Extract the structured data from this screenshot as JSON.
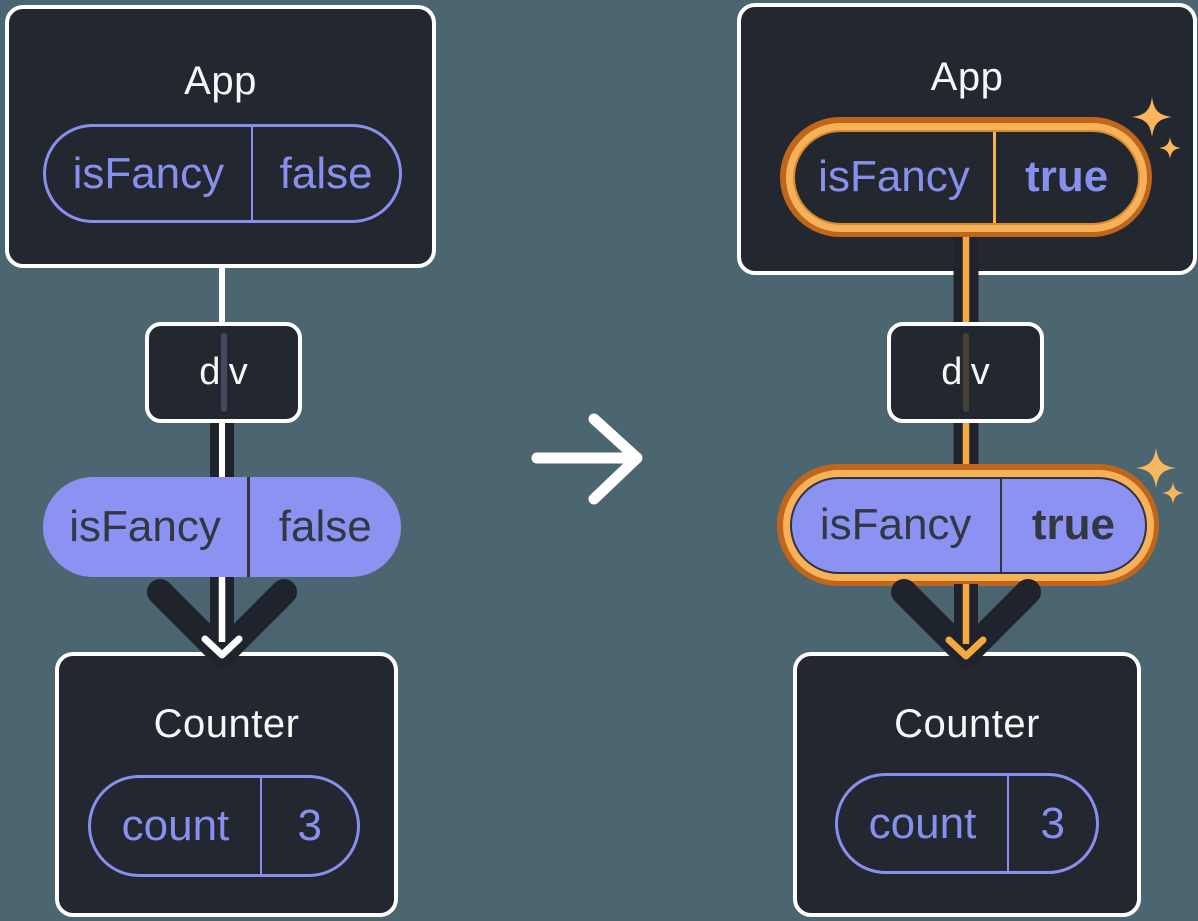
{
  "colors": {
    "background": "#4c6671",
    "card_background": "#23272f",
    "card_border": "#ffffff",
    "purple": "#8790ef",
    "purple_fill": "#8b92f2",
    "dark_text": "#333741",
    "dark_arrow": "#1f232b",
    "orange_ring_dark": "#c0661c",
    "orange_ring_light": "#f7b158",
    "orange_arrow": "#f3a93f",
    "sparkle": "#f8b75e"
  },
  "before": {
    "app": {
      "title": "App",
      "state_pill": {
        "name": "isFancy",
        "value": "false"
      }
    },
    "div_node": {
      "label": "div"
    },
    "prop_pill": {
      "name": "isFancy",
      "value": "false"
    },
    "counter": {
      "title": "Counter",
      "state_pill": {
        "name": "count",
        "value": "3"
      }
    }
  },
  "after": {
    "app": {
      "title": "App",
      "state_pill": {
        "name": "isFancy",
        "value": "true"
      }
    },
    "div_node": {
      "label": "div"
    },
    "prop_pill": {
      "name": "isFancy",
      "value": "true"
    },
    "counter": {
      "title": "Counter",
      "state_pill": {
        "name": "count",
        "value": "3"
      }
    }
  }
}
